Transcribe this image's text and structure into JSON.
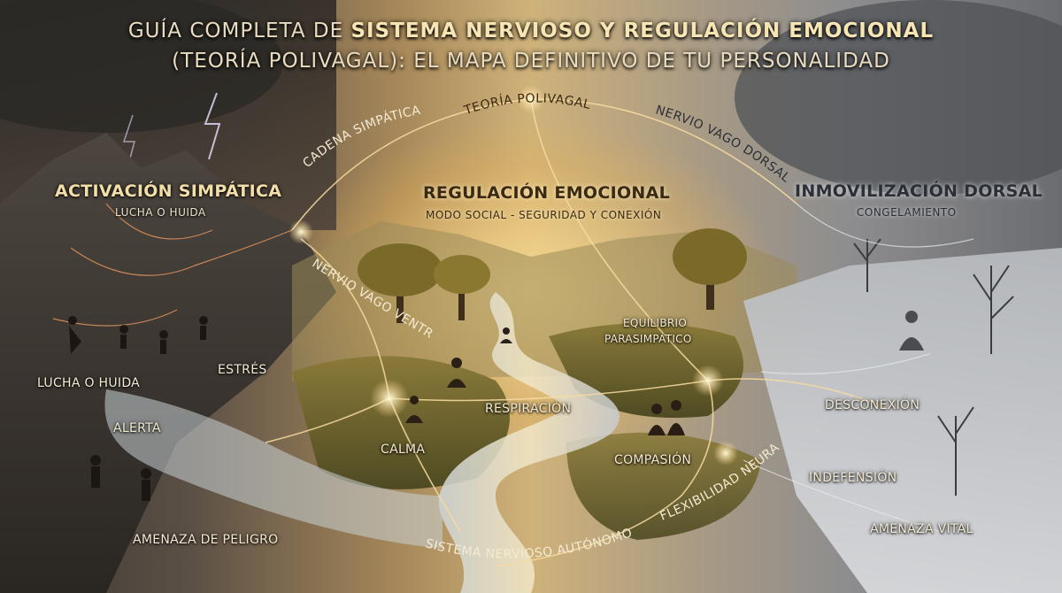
{
  "header": {
    "line1_prefix": "GUÍA COMPLETA DE ",
    "line1_bold": "SISTEMA NERVIOSO Y REGULACIÓN EMOCIONAL",
    "line2": "(TEORÍA POLIVAGAL): EL MAPA DEFINITIVO DE TU PERSONALIDAD"
  },
  "regions": {
    "sympathetic": {
      "title": "ACTIVACIÓN SIMPÁTICA",
      "subtitle": "LUCHA O HUIDA"
    },
    "ventral": {
      "title": "REGULACIÓN EMOCIONAL",
      "subtitle": "MODO SOCIAL - SEGURIDAD Y CONEXIÓN"
    },
    "dorsal": {
      "title": "INMOVILIZACIÓN DORSAL",
      "subtitle": "CONGELAMIENTO"
    }
  },
  "pathways": {
    "polyvagal": "TEORÍA POLIVAGAL",
    "sympathetic_chain": "CADENA SIMPÁTICA",
    "dorsal_vagus": "NERVIO VAGO DORSAL",
    "ventral_vagus": "NERVIO VAGO VENTRAL",
    "autonomic": "SISTEMA NERVIOSO AUTÓNOMO",
    "flexibility": "FLEXIBILIDAD NEURAL"
  },
  "labels": {
    "stress": "ESTRÉS",
    "fight_flight": "LUCHA O HUIDA",
    "alert": "ALERTA",
    "danger": "AMENAZA DE PELIGRO",
    "calm": "CALMA",
    "breathing": "RESPIRACIÓN",
    "balance_line1": "EQUILIBRIO",
    "balance_line2": "PARASIMPÁTICO",
    "compassion": "COMPASIÓN",
    "disconnection": "DESCONEXIÓN",
    "helplessness": "INDEFENSIÓN",
    "vital_threat": "AMENAZA VITAL"
  }
}
